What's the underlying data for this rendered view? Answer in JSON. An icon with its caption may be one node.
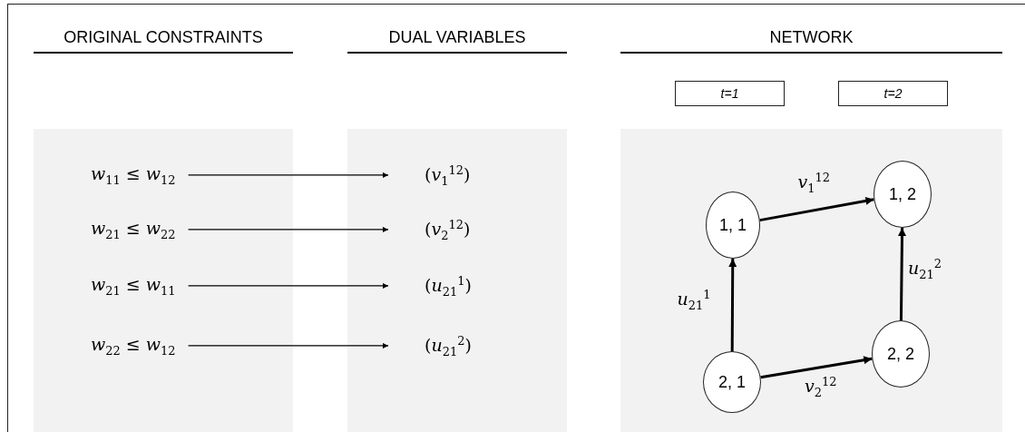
{
  "diagram": {
    "nodes": [
      {
        "text": [],
        "shape": "box"
      },
      {
        "text": [
          "*w*$_{11}$ ≤ *w*$_{12}$"
        ],
        "in": 0
      },
      {
        "text": [
          "*w*$_{21}$ ≤ *w*$_{22}$"
        ],
        "in": 0
      },
      {
        "text": [
          "*w*$_{21}$ ≤ *w*$_{11}$"
        ],
        "in": 0
      },
      {
        "text": [
          "*w*$_{22}$ ≤ *w*$_{12}$"
        ],
        "in": 0
      },
      {
        "text": [],
        "shape": "box"
      },
      {
        "text": [
          "(*v*$_{1}$$^{12}$)"
        ],
        "in": 5
      },
      {
        "text": [
          "(*v*$_{2}$$^{12}$)"
        ],
        "in": 5
      },
      {
        "text": [
          "(*u*$_{21}$$^{1}$)"
        ],
        "in": 5
      },
      {
        "text": [
          "(*u*$_{21}$$^{2}$)"
        ],
        "in": 5
      },
      {
        "text": [],
        "shape": "box"
      },
      {
        "text": [
          "t=1"
        ]
      },
      {
        "text": [
          "t=2"
        ]
      },
      {
        "text": [
          "1, 1"
        ],
        "in": 10
      },
      {
        "text": [
          "1, 2"
        ],
        "in": 10
      },
      {
        "text": [
          "2, 1"
        ],
        "in": 10
      },
      {
        "text": [
          "2, 2"
        ],
        "in": 10
      }
    ],
    "edges": [
      {
        "from": 1,
        "to": 6,
        "arrow": "to"
      },
      {
        "from": 2,
        "to": 7,
        "arrow": "to"
      },
      {
        "from": 3,
        "to": 8,
        "arrow": "to"
      },
      {
        "from": 4,
        "to": 9,
        "arrow": "to"
      },
      {
        "from": 13,
        "to": 14,
        "arrow": "to",
        "label": "*v*$_{1}$$^{12}$",
        "style": "thick"
      },
      {
        "from": 15,
        "to": 13,
        "arrow": "to",
        "label": "*u*$_{21}$$^{1}$",
        "style": "thick"
      },
      {
        "from": 16,
        "to": 14,
        "arrow": "to",
        "label": "*u*$_{21}$$^{2}$",
        "style": "thick"
      },
      {
        "from": 15,
        "to": 16,
        "arrow": "to",
        "label": "*v*$_{2}$$^{12}$",
        "style": "thick"
      }
    ],
    "labels": [
      "ORIGINAL CONSTRAINTS",
      "DUAL VARIABLES",
      "NETWORK"
    ]
  }
}
